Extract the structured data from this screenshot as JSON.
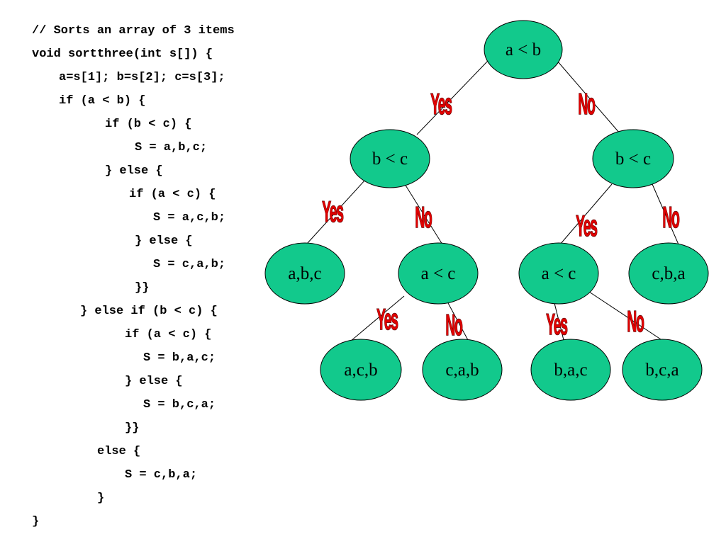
{
  "code": {
    "lines": [
      "// Sorts an array of 3 items",
      "void sortthree(int s[]) {",
      "a=s[1]; b=s[2]; c=s[3];",
      "if (a < b) {",
      "if (b < c) {",
      "S = a,b,c;",
      "} else {",
      "if (a < c) {",
      "S = a,c,b;",
      "} else {",
      "S = c,a,b;",
      "}}",
      "} else if (b < c) {",
      "if (a < c) {",
      "S = b,a,c;",
      "} else {",
      "S = b,c,a;",
      "}}",
      "else {",
      "S = c,b,a;",
      "}",
      "}"
    ]
  },
  "tree": {
    "colors": {
      "node_fill": "#12c98c",
      "node_stroke": "#000000",
      "edge_stroke": "#000000",
      "yes_no_fill": "#e00000"
    },
    "nodes": [
      {
        "id": "root",
        "label": "a < b"
      },
      {
        "id": "l",
        "label": "b < c"
      },
      {
        "id": "r",
        "label": "b < c"
      },
      {
        "id": "ll",
        "label": "a,b,c"
      },
      {
        "id": "lr",
        "label": "a < c"
      },
      {
        "id": "rl",
        "label": "a < c"
      },
      {
        "id": "rr",
        "label": "c,b,a"
      },
      {
        "id": "lrl",
        "label": "a,c,b"
      },
      {
        "id": "lrr",
        "label": "c,a,b"
      },
      {
        "id": "rll",
        "label": "b,a,c"
      },
      {
        "id": "rlr",
        "label": "b,c,a"
      }
    ],
    "edges": [
      {
        "from": "root",
        "to": "l",
        "label": "Yes"
      },
      {
        "from": "root",
        "to": "r",
        "label": "No"
      },
      {
        "from": "l",
        "to": "ll",
        "label": "Yes"
      },
      {
        "from": "l",
        "to": "lr",
        "label": "No"
      },
      {
        "from": "r",
        "to": "rl",
        "label": "Yes"
      },
      {
        "from": "r",
        "to": "rr",
        "label": "No"
      },
      {
        "from": "lr",
        "to": "lrl",
        "label": "Yes"
      },
      {
        "from": "lr",
        "to": "lrr",
        "label": "No"
      },
      {
        "from": "rl",
        "to": "rll",
        "label": "Yes"
      },
      {
        "from": "rl",
        "to": "rlr",
        "label": "No"
      }
    ]
  }
}
